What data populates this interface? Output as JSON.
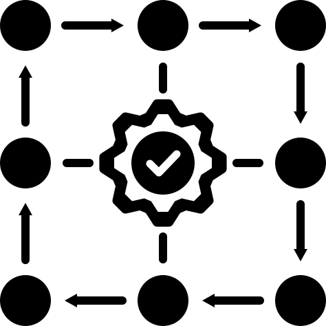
{
  "icon": {
    "name": "process-workflow-gear-check-icon",
    "fill": "#000000",
    "background": "#ffffff",
    "nodes": [
      "top-left-node",
      "top-center-node",
      "top-right-node",
      "middle-left-node",
      "middle-right-node",
      "bottom-left-node",
      "bottom-center-node",
      "bottom-right-node"
    ],
    "center": "gear-with-checkmark",
    "flow": "clockwise"
  }
}
